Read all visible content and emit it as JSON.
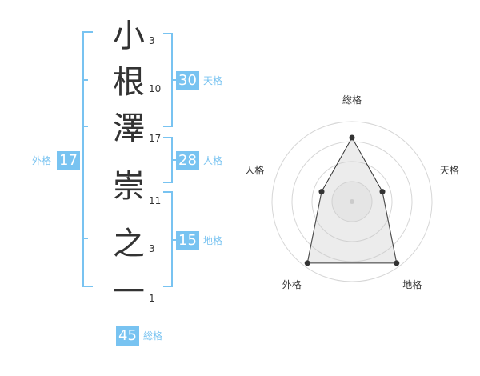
{
  "name": {
    "chars": [
      {
        "char": "小",
        "strokes": "3"
      },
      {
        "char": "根",
        "strokes": "10"
      },
      {
        "char": "澤",
        "strokes": "17"
      },
      {
        "char": "崇",
        "strokes": "11"
      },
      {
        "char": "之",
        "strokes": "3"
      },
      {
        "char": "一",
        "strokes": "1"
      }
    ]
  },
  "fortunes": {
    "tenkaku": {
      "value": "30",
      "label": "天格"
    },
    "jinkaku": {
      "value": "28",
      "label": "人格"
    },
    "chikaku": {
      "value": "15",
      "label": "地格"
    },
    "gaikaku": {
      "value": "17",
      "label": "外格"
    },
    "soukaku": {
      "value": "45",
      "label": "総格"
    }
  },
  "colors": {
    "accent": "#78c3f1",
    "text": "#333333"
  },
  "chart_data": {
    "type": "radar",
    "axes": [
      "総格",
      "天格",
      "地格",
      "外格",
      "人格"
    ],
    "values": [
      0.8,
      0.4,
      0.95,
      0.95,
      0.4
    ],
    "range": [
      0,
      1
    ],
    "rings": 4,
    "grid": true
  }
}
